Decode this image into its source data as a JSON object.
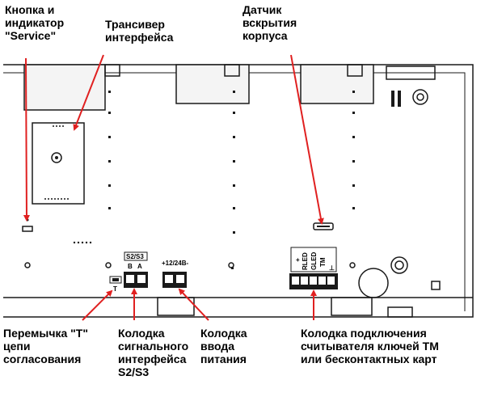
{
  "labels": {
    "service": "Кнопка и\nиндикатор\n\"Service\"",
    "transceiver": "Трансивер\nинтерфейса",
    "tamper": "Датчик\nвскрытия\nкорпуса",
    "jumper": "Перемычка \"Т\"\nцепи\nсогласования",
    "s2s3": "Колодка\nсигнального\nинтерфейса\nS2/S3",
    "power": "Колодка\nввода\nпитания",
    "reader": "Колодка подключения\nсчитывателя ключей ТМ\nили бесконтактных карт"
  },
  "board": {
    "s2s3_header": "S2/S3",
    "s2s3_pins": [
      "B",
      "A"
    ],
    "power_header": "+12/24В-",
    "reader_pins": [
      "+",
      "RLED",
      "GLED",
      "TM",
      "⊥"
    ],
    "jumper_mark": "T"
  },
  "colors": {
    "arrow": "#e02020",
    "outline": "#1a1a1a",
    "housing": "#f4f4f4"
  }
}
